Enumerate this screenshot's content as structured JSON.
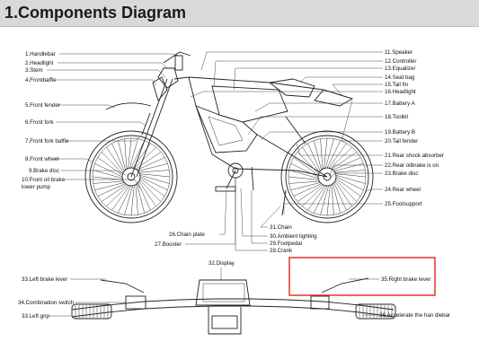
{
  "header": {
    "title": "1.Components Diagram"
  },
  "labels": {
    "l1": "1.Handlebar",
    "l2": "2.Headlight",
    "l3": "3.Stem",
    "l4": "4.Frontbaffle",
    "l5": "5.Front fender",
    "l6": "6.Front fork",
    "l7": "7.Front fork baffle",
    "l8": "8.Front wheel",
    "l9": "9.Brake disc",
    "l10a": "10.Front oil brake",
    "l10b": "lower pump",
    "l11": "11.Speaker",
    "l12": "12.Controller",
    "l13": "13.Equalizer",
    "l14": "14.Seat bag",
    "l15": "15.Tail fin",
    "l16": "16.Headlight",
    "l17": "17.Battery A",
    "l18": "18.Toolkit",
    "l19": "19.Battery B",
    "l20": "20.Tail fender",
    "l21": "21.Rear shock absorber",
    "l22": "22.Rear oilbrake is on",
    "l23": "23.Brake disc",
    "l24": "24.Rear wheel",
    "l25": "25.Footsupport",
    "l26": "26.Chain plate",
    "l27": "27.Booster",
    "l28": "28.Crank",
    "l29": "29.Footpedal",
    "l30": "30.Ambient lighting",
    "l31": "31.Chain",
    "l32": "32.Display",
    "l33a": "33.Left brake lever",
    "l34": "34.Combination switch",
    "l33b": "33.Left grip",
    "l35": "35.Right brake lever",
    "l36": "36.Accelerate the han dlebar"
  },
  "colors": {
    "header_bg": "#d9d9d9",
    "highlight_box": "#e0251b",
    "line": "#222222"
  }
}
